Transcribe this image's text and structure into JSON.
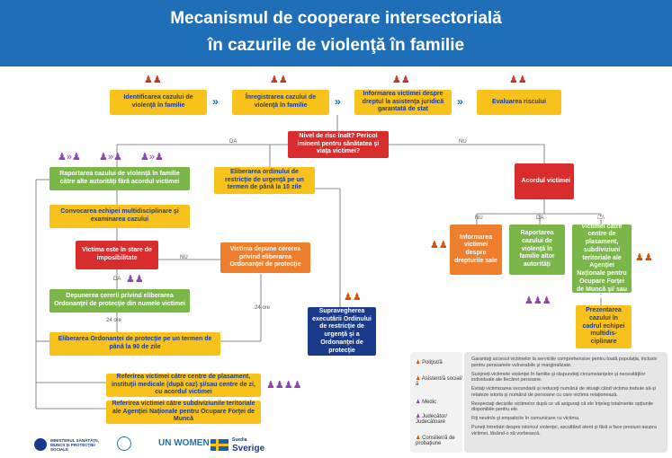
{
  "title": {
    "line1": "Mecanismul de cooperare intersectorială",
    "line2": "în cazurile de violenţă în familie"
  },
  "top_row": [
    "Identificarea cazului de violenţă în familie",
    "Înregistrarea cazului de violenţă în familie",
    "Informarea victimei despre dreptul la asistenţa juridică garantată de stat",
    "Evaluarea riscului"
  ],
  "decision": "Nivel de risc înalt? Pericol iminent pentru sănătatea şi viaţa victimei?",
  "labels": {
    "da": "DA",
    "nu": "NU",
    "h24": "24 ore",
    "h24b": "24 ore"
  },
  "left": {
    "raportare": "Raportarea cazului de violenţă în familie către alte autorităţi fără acordul victimei",
    "convocare": "Convocarea echipei multidisciplinare şi examinarea cazului",
    "victima_imposibilitate": "Victima este în stare de imposibilitate",
    "eliberare_urgenta": "Eliberarea ordinului de restricţie de urgenţă pe un termen de până la 10 zile",
    "victima_depune": "Victima depune cererea privind eliberarea Ordonanţei de protecţie",
    "depunerea": "Depunerea cererii privind eliberarea Ordonanţei de protecţie din numele victimei",
    "eliberarea_90": "Eliberarea Ordonanţei de protecţie pe un termen de până la 90 de zile",
    "supraveghere": "Supravegherea executării Ordinului de restricţie de urgenţă şi a Ordonanţei de protecţie",
    "referire1": "Referirea victimei către centre de plasament, instituţii medicale (după caz) şi/sau centre de zi, cu acordul victimei",
    "referire2": "Referirea victimei către subdiviziunile teritoriale ale Agenţiei Naţionale pentru Ocupare Forţei de Muncă"
  },
  "right": {
    "acordul": "Acordul victimei",
    "informarea": "Informarea victimei despre drepturile sale",
    "raportarea": "Raportarea cazului de violenţă în familie altor autorităţi",
    "referirea": "Referirea victimei către centre de plasament, subdiviziuni teritoriale ale Agenţiei Naţionale pentru Ocupare Forţei de Muncă şi/ sau centre de zi",
    "prezentarea": "Prezentarea cazului în cadrul echipei multidis-ciplinare"
  },
  "legend": [
    "Poliţist/ă",
    "Asistent/ă social/ă",
    "Medic",
    "Judecător/ Judecătoare",
    "Consilier/ă de probaţiune"
  ],
  "notes": [
    "Garantaţi accesul victimelor la serviciile comprehensive pentru toată populaţia, inclusiv pentru persoanele vulnerabile şi marginalizate.",
    "Susţineţi victimele violenţei în familie şi răspundeţi circumstanţelor şi necesităţilor individuale ale fiecărei persoane.",
    "Evitaţi victimizarea secundară şi reduceţi numărul de situaţii când victima trebuie să-şi relateze istoria şi numărul de persoane cu care victima relaţionează.",
    "Respectaţi deciziile victimelor după ce vă asiguraţi că ele înţeleg totalmente opţiunile disponibile pentru ele.",
    "Fiţi neutri/e şi empatici/e în comunicare cu victima.",
    "Puneţi întrebări despre istoricul violenţei, ascultând atent şi fără a face presiuni asupra victimei, lăsând-o să vorbească."
  ],
  "logos": {
    "ministry": "MINISTERUL SĂNĂTĂŢII, MUNCII ŞI PROTECŢIEI SOCIALE",
    "unwomen": "UN WOMEN",
    "sweden_small": "Suedia",
    "sweden": "Sverige"
  },
  "colors": {
    "header": "#1f6fb8",
    "yellow": "#f9c21b",
    "green": "#7ab648",
    "orange": "#f07f2d",
    "navy": "#1a3a8c",
    "red": "#d92d2d"
  }
}
